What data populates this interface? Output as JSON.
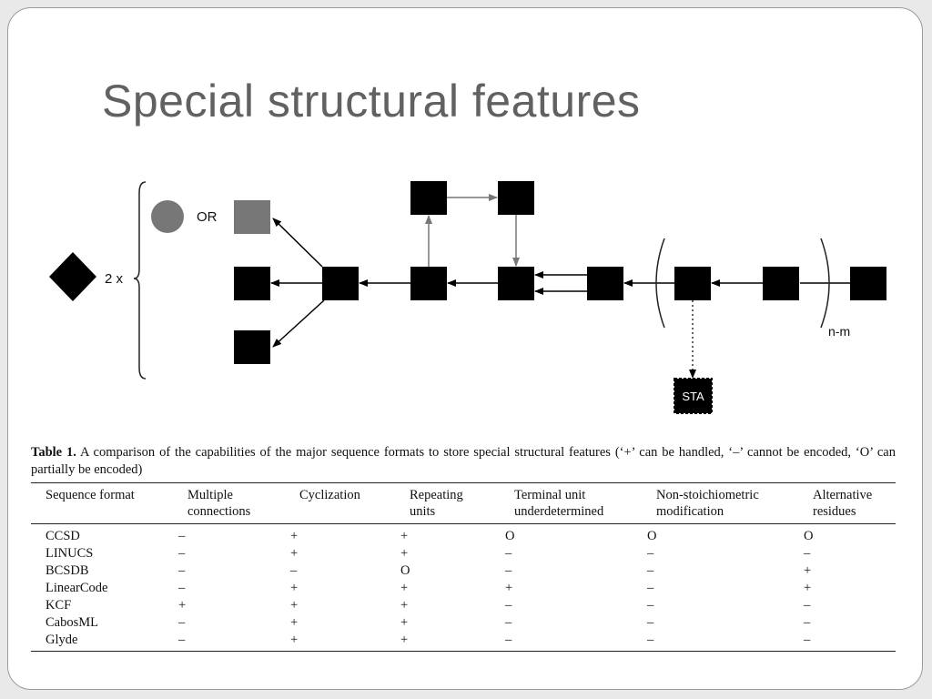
{
  "slide": {
    "title": "Special structural features"
  },
  "diagram": {
    "multiplier_label": "2 x",
    "or_label": "OR",
    "repeat_label": "n-m",
    "sta_label": "STA"
  },
  "table": {
    "caption_label": "Table 1.",
    "caption_text": " A comparison of the capabilities of the major sequence formats to store special structural features (‘+’ can be handled, ‘–’ cannot be encoded, ‘O’ can partially be encoded)",
    "headers": [
      [
        "Sequence format",
        ""
      ],
      [
        "Multiple",
        "connections"
      ],
      [
        "Cyclization",
        ""
      ],
      [
        "Repeating",
        "units"
      ],
      [
        "Terminal unit",
        "underdetermined"
      ],
      [
        "Non-stoichiometric",
        "modification"
      ],
      [
        "Alternative",
        "residues"
      ]
    ],
    "rows": [
      [
        "CCSD",
        "–",
        "+",
        "+",
        "O",
        "O",
        "O"
      ],
      [
        "LINUCS",
        "–",
        "+",
        "+",
        "–",
        "–",
        "–"
      ],
      [
        "BCSDB",
        "–",
        "–",
        "O",
        "–",
        "–",
        "+"
      ],
      [
        "LinearCode",
        "–",
        "+",
        "+",
        "+",
        "–",
        "+"
      ],
      [
        "KCF",
        "+",
        "+",
        "+",
        "–",
        "–",
        "–"
      ],
      [
        "CabosML",
        "–",
        "+",
        "+",
        "–",
        "–",
        "–"
      ],
      [
        "Glyde",
        "–",
        "+",
        "+",
        "–",
        "–",
        "–"
      ]
    ]
  }
}
